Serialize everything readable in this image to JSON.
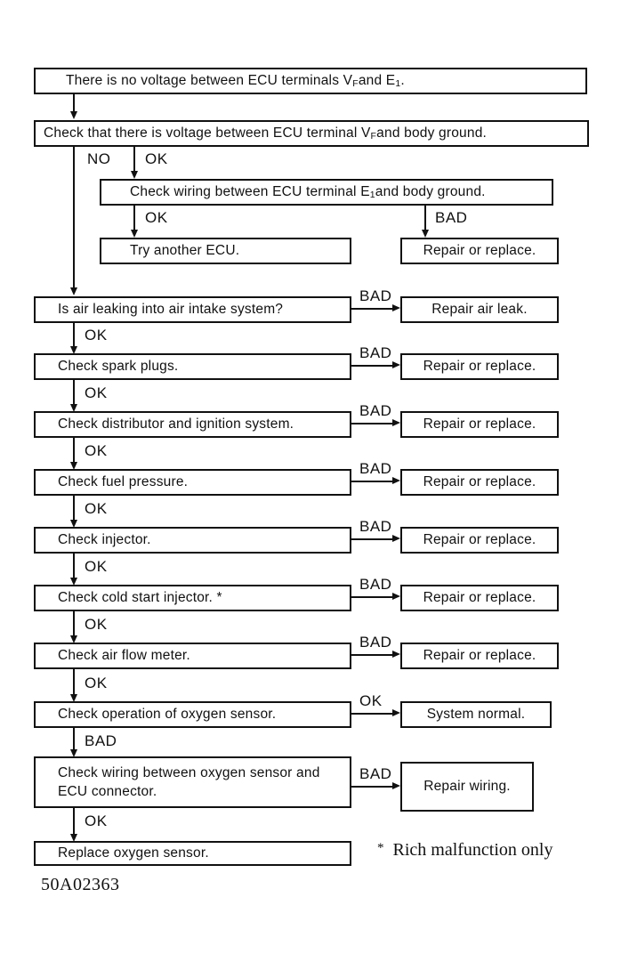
{
  "diagram": {
    "type": "troubleshooting-flowchart",
    "labels": {
      "no": "NO",
      "ok": "OK",
      "bad": "BAD"
    },
    "start": {
      "t1": "There is no voltage between ECU terminals V",
      "s1": "F",
      "t2": " and E",
      "s2": "1",
      "t3": "."
    },
    "check_voltage": {
      "t1": "Check that there is voltage between ECU terminal V",
      "s1": "F",
      "t2": " and body ground."
    },
    "check_wiring_e1": {
      "t1": "Check wiring between ECU terminal E",
      "s1": "1",
      "t2": " and body ground."
    },
    "try_ecu": "Try another ECU.",
    "repair_replace_top": "Repair or replace.",
    "steps": [
      {
        "left": "Is air leaking into air intake system?",
        "result": "BAD",
        "right": "Repair air leak."
      },
      {
        "left": "Check spark plugs.",
        "result": "BAD",
        "right": "Repair or replace."
      },
      {
        "left": "Check distributor and ignition system.",
        "result": "BAD",
        "right": "Repair or replace."
      },
      {
        "left": "Check fuel pressure.",
        "result": "BAD",
        "right": "Repair or replace."
      },
      {
        "left": "Check injector.",
        "result": "BAD",
        "right": "Repair or replace."
      },
      {
        "left": "Check cold start injector. *",
        "result": "BAD",
        "right": "Repair or replace."
      },
      {
        "left": "Check air flow meter.",
        "result": "BAD",
        "right": "Repair or replace."
      },
      {
        "left": "Check operation of oxygen sensor.",
        "result": "OK",
        "right": "System normal."
      }
    ],
    "check_wiring_o2": "Check wiring between oxygen sensor and ECU connector.",
    "repair_wiring": "Repair wiring.",
    "replace_o2": "Replace oxygen sensor.",
    "footnote": {
      "marker": "*",
      "text": "Rich malfunction only"
    },
    "code": "50A02363"
  }
}
